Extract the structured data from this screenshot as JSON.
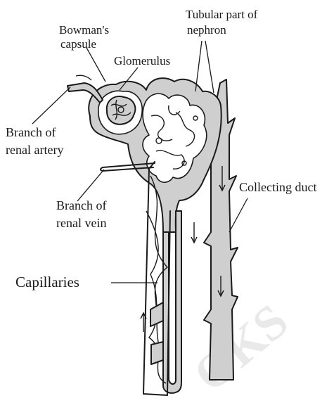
{
  "labels": {
    "tubular_line1": "Tubular part of",
    "tubular_line2": "nephron",
    "bowman_line1": "Bowman's",
    "bowman_line2": "capsule",
    "glomerulus": "Glomerulus",
    "artery_line1": "Branch of",
    "artery_line2": "renal artery",
    "collecting_duct": "Collecting duct",
    "vein_line1": "Branch of",
    "vein_line2": "renal vein",
    "capillaries": "Capillaries"
  }
}
